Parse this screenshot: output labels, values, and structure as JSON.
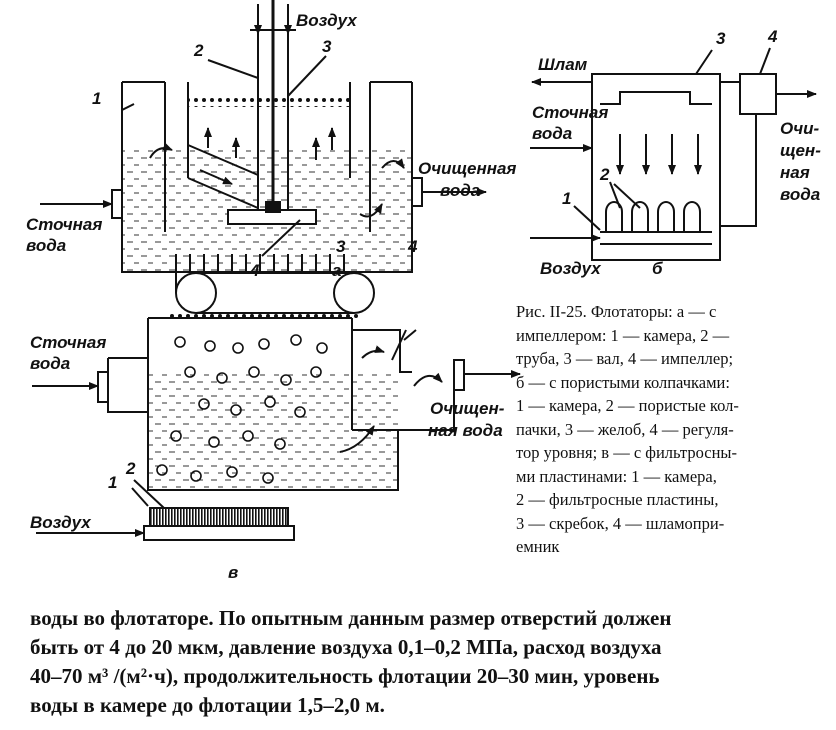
{
  "figure_a": {
    "air": "Воздух",
    "wastewater_line1": "Сточная",
    "wastewater_line2": "вода",
    "clean_line1": "Очищенная",
    "clean_line2": "вода",
    "n1": "1",
    "n2": "2",
    "n3": "3",
    "n4": "4",
    "letter": "а"
  },
  "figure_b": {
    "sludge": "Шлам",
    "wastewater_line1": "Сточная",
    "wastewater_line2": "вода",
    "air": "Воздух",
    "clean_line1": "Очи-",
    "clean_line2": "щен-",
    "clean_line3": "ная",
    "clean_line4": "вода",
    "n1": "1",
    "n2": "2",
    "n3": "3",
    "n4": "4",
    "letter": "б"
  },
  "figure_v": {
    "wastewater_line1": "Сточная",
    "wastewater_line2": "вода",
    "air": "Воздух",
    "clean_line1": "Очищен-",
    "clean_line2": "ная вода",
    "n1": "1",
    "n2": "2",
    "n3": "3",
    "n4": "4",
    "letter": "в"
  },
  "caption": {
    "lines": [
      "Рис. II-25. Флотаторы: а — с",
      "импеллером: 1 — камера, 2 —",
      "труба, 3 — вал, 4 — импеллер;",
      "б — с пористыми колпачками:",
      "1 — камера, 2 — пористые кол-",
      "пачки, 3 — желоб, 4 — регуля-",
      "тор уровня; в — с фильтросны-",
      "ми пластинами: 1 — камера,",
      "2 — фильтросные пластины,",
      "3 — скребок, 4 — шламопри-",
      "емник"
    ]
  },
  "body": {
    "lines": [
      "воды во флотаторе. По опытным данным размер отверстий должен",
      "быть от 4 до 20 мкм, давление воздуха 0,1–0,2 МПа, расход воздуха",
      "40–70 м³ /(м²·ч), продолжительность флотации 20–30 мин, уровень",
      "воды в камере до флотации 1,5–2,0 м."
    ]
  }
}
